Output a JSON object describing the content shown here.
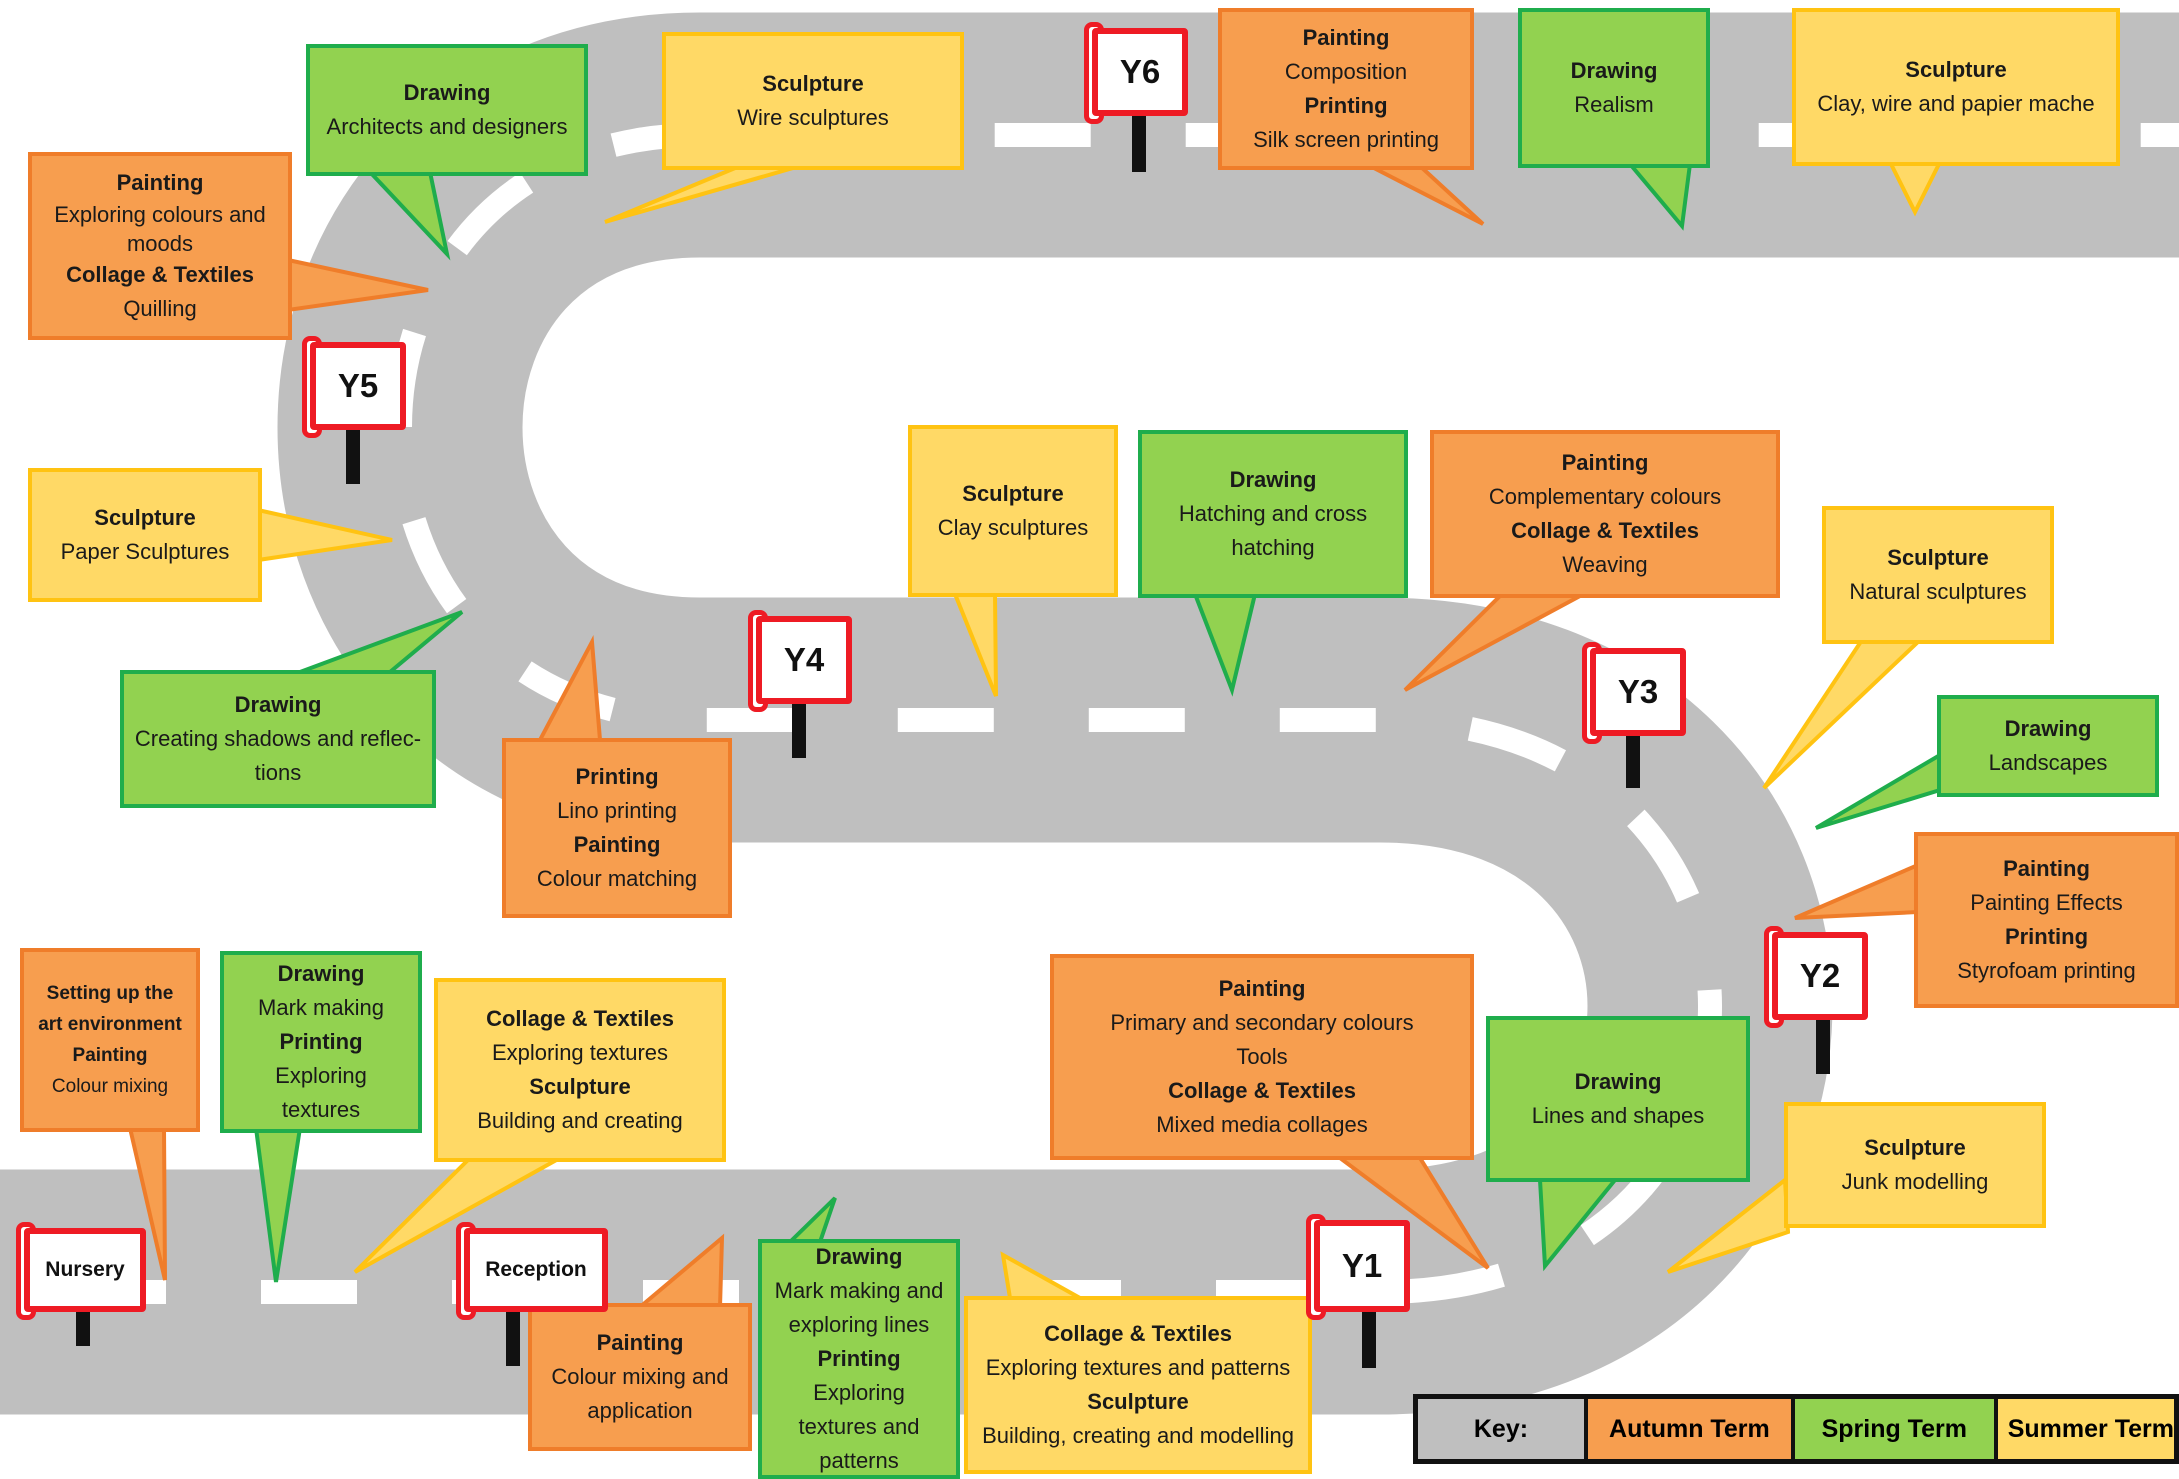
{
  "colors": {
    "road": "#bfbfbf",
    "autumn": "#f79e4f",
    "spring": "#92d250",
    "summer": "#ffd966",
    "sign_red": "#ee1b24"
  },
  "signs": {
    "nursery": "Nursery",
    "reception": "Reception",
    "y1": "Y1",
    "y2": "Y2",
    "y3": "Y3",
    "y4": "Y4",
    "y5": "Y5",
    "y6": "Y6"
  },
  "boxes": {
    "nursery_autumn": [
      "Setting up the art environment",
      "Painting",
      "Colour mixing"
    ],
    "nursery_spring": [
      "Drawing",
      "Mark making",
      "Printing",
      "Exploring textures"
    ],
    "nursery_summer": [
      "Collage & Textiles",
      "Exploring textures",
      "Sculpture",
      "Building and creating"
    ],
    "reception_autumn": [
      "Painting",
      "Colour mixing and application"
    ],
    "reception_spring": [
      "Drawing",
      "Mark making and exploring lines",
      "Printing",
      "Exploring textures and patterns"
    ],
    "reception_summer": [
      "Collage & Textiles",
      "Exploring textures and patterns",
      "Sculpture",
      "Building, creating and modelling"
    ],
    "y1_autumn": [
      "Painting",
      "Primary and secondary colours",
      "Tools",
      "Collage & Textiles",
      "Mixed media collages"
    ],
    "y1_spring": [
      "Drawing",
      "Lines and shapes"
    ],
    "y1_summer": [
      "Sculpture",
      "Junk modelling"
    ],
    "y2_autumn": [
      "Painting",
      "Painting Effects",
      "Printing",
      "Styrofoam printing"
    ],
    "y2_spring": [
      "Drawing",
      "Landscapes"
    ],
    "y2_summer": [
      "Sculpture",
      "Natural sculptures"
    ],
    "y3_autumn": [
      "Painting",
      "Complementary colours",
      "Collage & Textiles",
      "Weaving"
    ],
    "y3_spring": [
      "Drawing",
      "Hatching and cross hatching"
    ],
    "y3_summer": [
      "Sculpture",
      "Clay sculptures"
    ],
    "y4_autumn": [
      "Printing",
      "Lino printing",
      "Painting",
      "Colour matching"
    ],
    "y4_spring": [
      "Drawing",
      "Creating shadows and reflec-tions"
    ],
    "y4_summer": [
      "Sculpture",
      "Paper Sculptures"
    ],
    "y5_autumn": [
      "Painting",
      "Exploring colours and moods",
      "Collage & Textiles",
      "Quilling"
    ],
    "y5_spring": [
      "Drawing",
      "Architects and designers"
    ],
    "y5_summer": [
      "Sculpture",
      "Wire sculptures"
    ],
    "y6_autumn": [
      "Painting",
      "Composition",
      "Printing",
      "Silk screen printing"
    ],
    "y6_spring": [
      "Drawing",
      "Realism"
    ],
    "y6_summer": [
      "Sculpture",
      "Clay, wire and papier mache"
    ]
  },
  "key": {
    "label": "Key:",
    "autumn": "Autumn Term",
    "spring": "Spring Term",
    "summer": "Summer Term"
  }
}
